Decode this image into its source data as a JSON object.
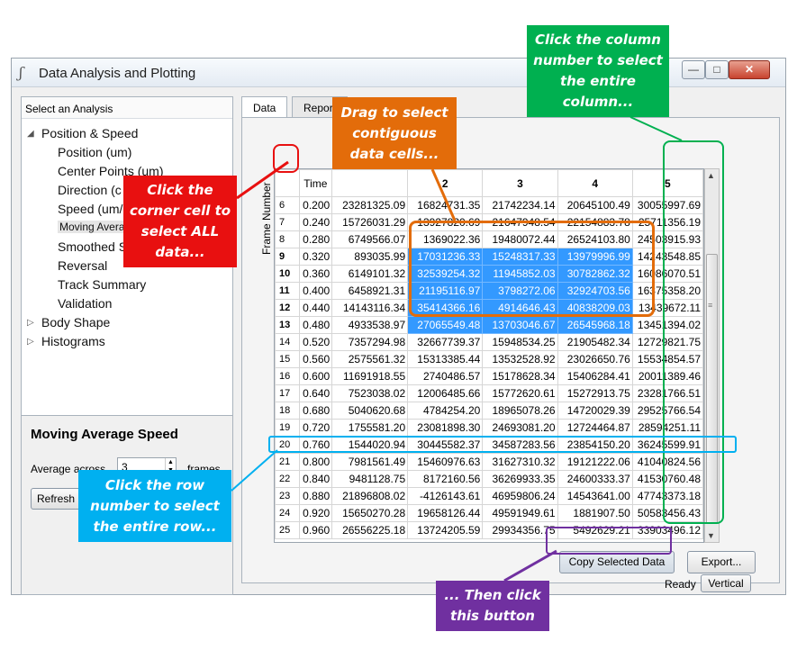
{
  "window": {
    "title": "Data Analysis and Plotting",
    "minimize": "—",
    "maximize": "□",
    "close": "✕"
  },
  "left_panel": {
    "header": "Select an Analysis",
    "tree": [
      {
        "label": "Position & Speed",
        "level": 0,
        "expanded": true
      },
      {
        "label": "Position (um)",
        "level": 1
      },
      {
        "label": "Center Points (um)",
        "level": 1
      },
      {
        "label": "Direction (c",
        "level": 1
      },
      {
        "label": "Speed (um/",
        "level": 1
      },
      {
        "label": "Moving Avera",
        "level": 1,
        "selected": true
      },
      {
        "label": "Smoothed S",
        "level": 1
      },
      {
        "label": "Reversal",
        "level": 1
      },
      {
        "label": "Track Summary",
        "level": 1
      },
      {
        "label": "Validation",
        "level": 1
      },
      {
        "label": "Body Shape",
        "level": 0,
        "expanded": false
      },
      {
        "label": "Histograms",
        "level": 0,
        "expanded": false
      }
    ]
  },
  "settings": {
    "title": "Moving Average Speed",
    "average_label": "Average across",
    "average_value": "3",
    "frames_label": "frames",
    "refresh_label": "Refresh"
  },
  "tabs": [
    {
      "label": "Data",
      "active": true
    },
    {
      "label": "Repor",
      "active": false
    }
  ],
  "table": {
    "row_header_label": "Frame Number",
    "corner": "",
    "columns": [
      "Time",
      "",
      "2",
      "3",
      "4",
      "5"
    ],
    "rows": [
      {
        "frame": "6",
        "values": [
          "0.200",
          "23281325.09",
          "16824731.35",
          "21742234.14",
          "20645100.49",
          "30055997.69"
        ]
      },
      {
        "frame": "7",
        "values": [
          "0.240",
          "15726031.29",
          "13927820.69",
          "21647948.54",
          "22154883.78",
          "25711356.19"
        ]
      },
      {
        "frame": "8",
        "values": [
          "0.280",
          "6749566.07",
          "1369022.36",
          "19480072.44",
          "26524103.80",
          "24503915.93"
        ]
      },
      {
        "frame": "9",
        "values": [
          "0.320",
          "893035.99",
          "17031236.33",
          "15248317.33",
          "13979996.99",
          "14243548.85"
        ]
      },
      {
        "frame": "10",
        "values": [
          "0.360",
          "6149101.32",
          "32539254.32",
          "11945852.03",
          "30782862.32",
          "16086070.51"
        ]
      },
      {
        "frame": "11",
        "values": [
          "0.400",
          "6458921.31",
          "21195116.97",
          "3798272.06",
          "32924703.56",
          "16375358.20"
        ]
      },
      {
        "frame": "12",
        "values": [
          "0.440",
          "14143116.34",
          "35414366.16",
          "4914646.43",
          "40838209.03",
          "13439672.11"
        ]
      },
      {
        "frame": "13",
        "values": [
          "0.480",
          "4933538.97",
          "27065549.48",
          "13703046.67",
          "26545968.18",
          "13451394.02"
        ]
      },
      {
        "frame": "14",
        "values": [
          "0.520",
          "7357294.98",
          "32667739.37",
          "15948534.25",
          "21905482.34",
          "12729821.75"
        ]
      },
      {
        "frame": "15",
        "values": [
          "0.560",
          "2575561.32",
          "15313385.44",
          "13532528.92",
          "23026650.76",
          "15534854.57"
        ]
      },
      {
        "frame": "16",
        "values": [
          "0.600",
          "11691918.55",
          "2740486.57",
          "15178628.34",
          "15406284.41",
          "20011389.46"
        ]
      },
      {
        "frame": "17",
        "values": [
          "0.640",
          "7523038.02",
          "12006485.66",
          "15772620.61",
          "15272913.75",
          "23281766.51"
        ]
      },
      {
        "frame": "18",
        "values": [
          "0.680",
          "5040620.68",
          "4784254.20",
          "18965078.26",
          "14720029.39",
          "29525766.54"
        ]
      },
      {
        "frame": "19",
        "values": [
          "0.720",
          "1755581.20",
          "23081898.30",
          "24693081.20",
          "12724464.87",
          "28594251.11"
        ]
      },
      {
        "frame": "20",
        "values": [
          "0.760",
          "1544020.94",
          "30445582.37",
          "34587283.56",
          "23854150.20",
          "36245599.91"
        ]
      },
      {
        "frame": "21",
        "values": [
          "0.800",
          "7981561.49",
          "15460976.63",
          "31627310.32",
          "19121222.06",
          "41040824.56"
        ]
      },
      {
        "frame": "22",
        "values": [
          "0.840",
          "9481128.75",
          "8172160.56",
          "36269933.35",
          "24600333.37",
          "41530760.48"
        ]
      },
      {
        "frame": "23",
        "values": [
          "0.880",
          "21896808.02",
          "-4126143.61",
          "46959806.24",
          "14543641.00",
          "47743373.18"
        ]
      },
      {
        "frame": "24",
        "values": [
          "0.920",
          "15650270.28",
          "19658126.44",
          "49591949.61",
          "1881907.50",
          "50583456.43"
        ]
      },
      {
        "frame": "25",
        "values": [
          "0.960",
          "26556225.18",
          "13724205.59",
          "29934356.75",
          "5492629.21",
          "33903496.12"
        ]
      }
    ],
    "selection": {
      "rows": [
        "9",
        "10",
        "11",
        "12",
        "13"
      ],
      "columns": [
        "2",
        "3",
        "4"
      ]
    }
  },
  "buttons": {
    "copy": "Copy Selected Data",
    "export": "Export..."
  },
  "status": {
    "text": "Ready",
    "orientation": "Vertical"
  },
  "annotations": {
    "column": "Click the column number to select the entire column...",
    "drag": "Drag to select contiguous data cells...",
    "corner": "Click the corner cell to select ALL data...",
    "row": "Click the row number to select the entire row...",
    "button": "... Then click this button"
  },
  "colors": {
    "selection": "#3399ff",
    "green": "#00b050",
    "orange": "#e36c0a",
    "red": "#e81010",
    "blue": "#00b0f0",
    "purple": "#7030a0"
  }
}
